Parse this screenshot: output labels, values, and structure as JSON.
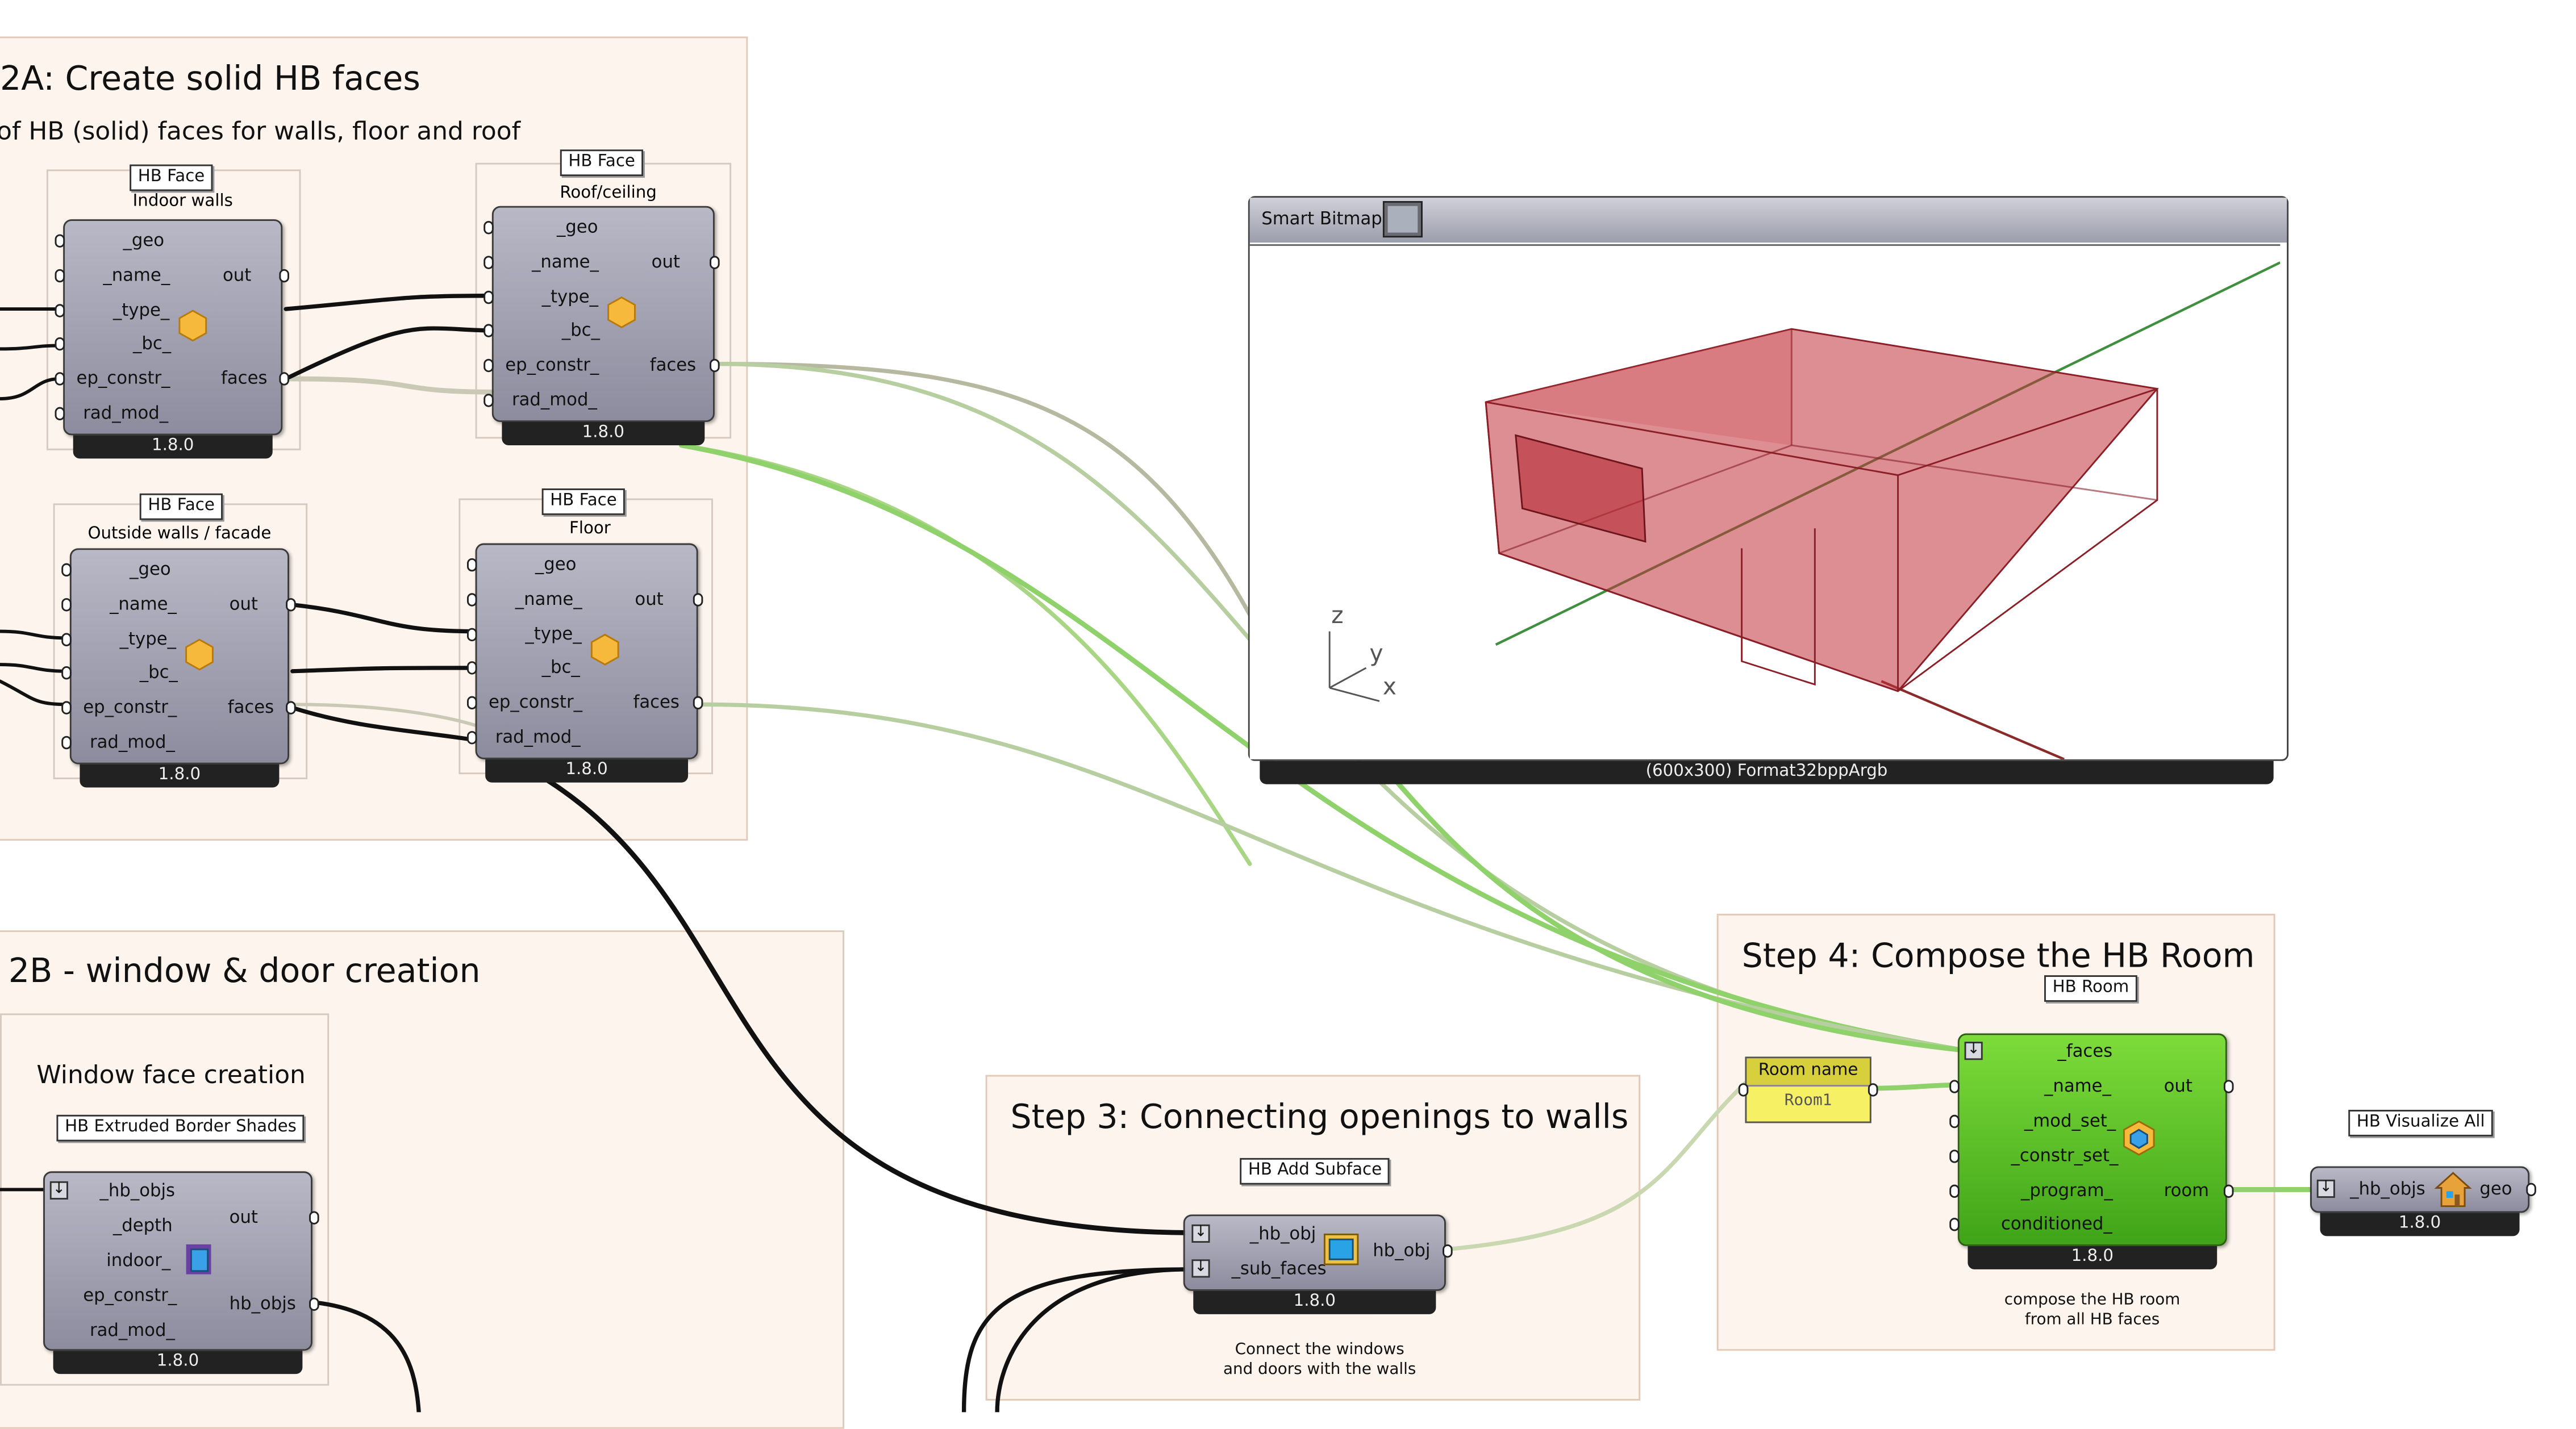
{
  "step2a": {
    "title": "2A: Create solid HB faces",
    "subtitle": "of HB (solid) faces for walls, floor and roof"
  },
  "step2b": {
    "title": ": 2B - window & door creation",
    "window_title": "Window face creation"
  },
  "step3": {
    "title": "Step 3: Connecting openings to walls",
    "note_line1": "Connect the windows",
    "note_line2": "and doors with the walls"
  },
  "step4": {
    "title": "Step 4: Compose the HB Room",
    "note_line1": "compose the HB room",
    "note_line2": "from all HB faces"
  },
  "hbface_inputs": [
    "_geo",
    "_name_",
    "_type_",
    "_bc_",
    "ep_constr_",
    "rad_mod_"
  ],
  "hbface_outputs": [
    "out",
    "faces"
  ],
  "nodes": {
    "indoor_walls": {
      "tag": "HB Face",
      "label": "Indoor walls",
      "version": "1.8.0"
    },
    "roof": {
      "tag": "HB Face",
      "label": "Roof/ceiling",
      "version": "1.8.0"
    },
    "outside_walls": {
      "tag": "HB Face",
      "label": "Outside walls / facade",
      "version": "1.8.0"
    },
    "floor": {
      "tag": "HB Face",
      "label": "Floor",
      "version": "1.8.0"
    },
    "extruded": {
      "tag": "HB Extruded Border Shades",
      "inputs": [
        "_hb_objs",
        "_depth",
        "indoor_",
        "ep_constr_",
        "rad_mod_"
      ],
      "outputs": [
        "out",
        "hb_objs"
      ],
      "version": "1.8.0"
    },
    "add_subface": {
      "tag": "HB Add Subface",
      "inputs": [
        "_hb_obj",
        "_sub_faces"
      ],
      "outputs": [
        "hb_obj"
      ],
      "version": "1.8.0"
    },
    "room": {
      "tag": "HB Room",
      "inputs": [
        "_faces",
        "_name_",
        "_mod_set_",
        "_constr_set_",
        "_program_",
        "conditioned_"
      ],
      "outputs": [
        "out",
        "room"
      ],
      "version": "1.8.0"
    },
    "visualize": {
      "tag": "HB Visualize All",
      "inputs": [
        "_hb_objs"
      ],
      "outputs": [
        "geo"
      ],
      "version": "1.8.0"
    }
  },
  "room_name_panel": {
    "title": "Room name",
    "value": "Room1"
  },
  "bitmap": {
    "title": "Smart Bitmap",
    "footer": "(600x300) Format32bppArgb",
    "axis_z": "z",
    "axis_y": "y",
    "axis_x": "x"
  },
  "colors": {
    "canvas": "#ffffff",
    "group_bg": "#fdf4ed",
    "node": "#9d9daf",
    "node_green": "#56c01f",
    "wire_black": "#111111",
    "wire_green": "#8fd16a",
    "wire_gray": "#b7b8a0",
    "room_red": "#c0313a",
    "panel_yellow": "#f6f064"
  },
  "icons": {
    "hbface": "hexagon-icon",
    "extruded": "shade-icon",
    "subface": "window-icon",
    "room": "room-icon",
    "visualize": "house-icon",
    "bitmap": "image-icon"
  }
}
